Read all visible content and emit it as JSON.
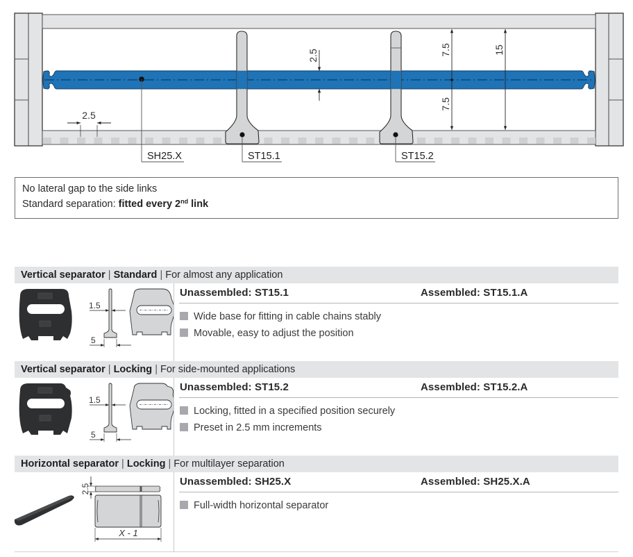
{
  "diagram": {
    "callouts": {
      "horizontal_separator": "SH25.X",
      "vertical_standard": "ST15.1",
      "vertical_locking": "ST15.2"
    },
    "dimensions": {
      "pitch": "2.5",
      "separator_thickness": "2.5",
      "upper_half": "7.5",
      "lower_half": "7.5",
      "inner_height": "15"
    },
    "colors": {
      "separator_blue": "#1f73b7",
      "frame_gray": "#e3e4e6",
      "part_gray": "#d4d5d7",
      "outline": "#333333"
    }
  },
  "notes": {
    "line1": "No lateral gap to the side links",
    "line2_prefix": "Standard separation: ",
    "line2_bold": "fitted every 2",
    "line2_sup": "nd",
    "line2_suffix": " link"
  },
  "sections": [
    {
      "title_bold1": "Vertical separator",
      "title_bold2": "Standard",
      "subtitle": "For almost any application",
      "unassembled": "Unassembled: ST15.1",
      "assembled": "Assembled: ST15.1.A",
      "bullets": [
        "Wide base for fitting in cable chains stably",
        "Movable, easy to adjust the position"
      ],
      "dim_thickness": "1.5",
      "dim_base": "5"
    },
    {
      "title_bold1": "Vertical separator",
      "title_bold2": "Locking",
      "subtitle": "For side-mounted applications",
      "unassembled": "Unassembled: ST15.2",
      "assembled": "Assembled: ST15.2.A",
      "bullets": [
        "Locking, fitted in a specified position securely",
        "Preset in 2.5 mm increments"
      ],
      "dim_thickness": "1.5",
      "dim_base": "5"
    },
    {
      "title_bold1": "Horizontal separator",
      "title_bold2": "Locking",
      "subtitle": "For multilayer separation",
      "unassembled": "Unassembled: SH25.X",
      "assembled": "Assembled: SH25.X.A",
      "bullets": [
        "Full-width horizontal separator"
      ],
      "dim_thickness": "2.5",
      "dim_length": "X - 1"
    }
  ],
  "separator_char": "|"
}
